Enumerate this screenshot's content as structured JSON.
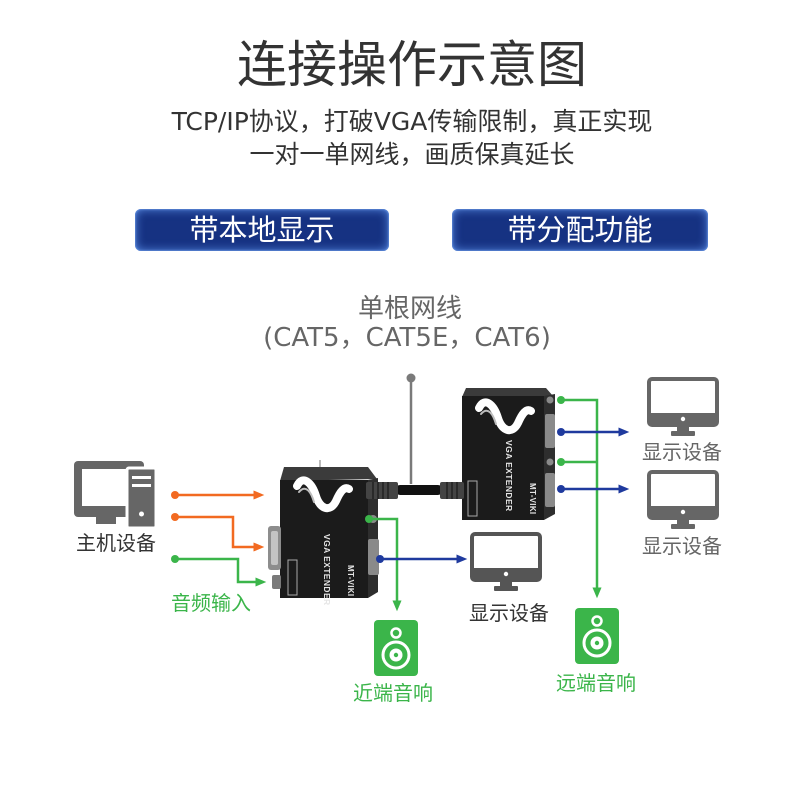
{
  "header": {
    "title": "连接操作示意图",
    "subtitle_line1": "TCP/IP协议，打破VGA传输限制，真正实现",
    "subtitle_line2": "一对一单网线，画质保真延长"
  },
  "features": [
    {
      "label": "带本地显示"
    },
    {
      "label": "带分配功能"
    }
  ],
  "cable": {
    "label": "单根网线",
    "types": "(CAT5，CAT5E，CAT6)"
  },
  "source": {
    "label": "主机设备",
    "icon": "computer-icon"
  },
  "audio_input": {
    "label": "音频输入"
  },
  "transmitter": {
    "model": "VGA EXTENDER",
    "brand": "MT-VIKI"
  },
  "receiver": {
    "model": "VGA EXTENDER",
    "brand": "MT-VIKI"
  },
  "local_display": {
    "label": "显示设备",
    "icon": "monitor-icon"
  },
  "local_speaker": {
    "label": "近端音响",
    "icon": "speaker-icon"
  },
  "remote_displays": [
    {
      "label": "显示设备",
      "icon": "monitor-icon"
    },
    {
      "label": "显示设备",
      "icon": "monitor-icon"
    }
  ],
  "remote_speaker": {
    "label": "远端音响",
    "icon": "speaker-icon"
  },
  "colors": {
    "text": "#333333",
    "muted": "#666666",
    "badge": "#163282",
    "video_in": "#f26a21",
    "audio": "#3bb54a",
    "video_out": "#1f3a9e",
    "icon": "#666666",
    "device": "#1b1b1b"
  }
}
